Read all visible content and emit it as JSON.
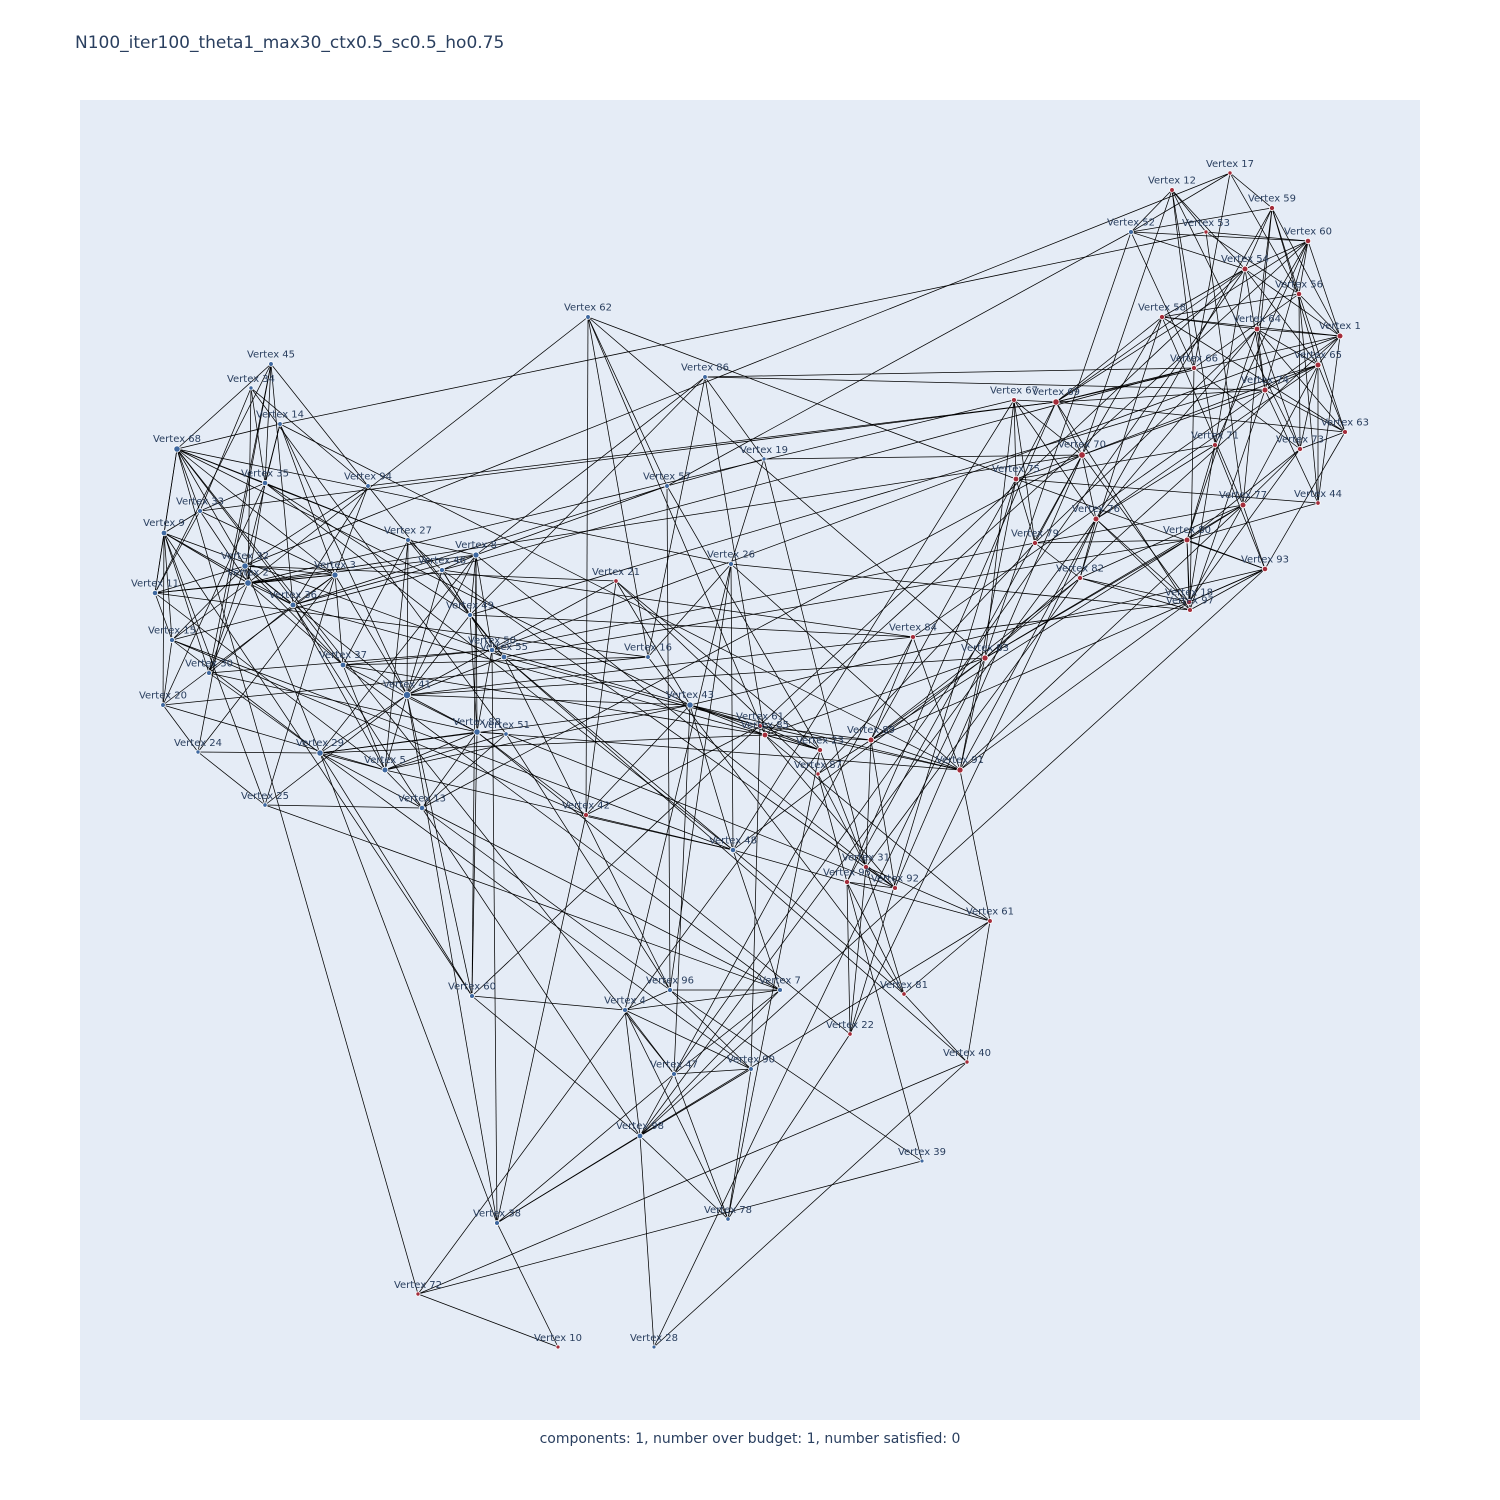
{
  "title": "N100_iter100_theta1_max30_ctx0.5_sc0.5_ho0.75",
  "caption": "components: 1, number over budget: 1, number satisfied: 0",
  "colors": {
    "background": "#e5ecf6",
    "edge": "#000000",
    "group_blue": "#3e68a0",
    "group_red": "#a32c3a"
  },
  "nodes": [
    {
      "label": "Vertex 17",
      "group": "red"
    },
    {
      "label": "Vertex 12",
      "group": "red"
    },
    {
      "label": "Vertex 59",
      "group": "red"
    },
    {
      "label": "Vertex 60",
      "group": "red"
    },
    {
      "label": "Vertex 1",
      "group": "red"
    },
    {
      "label": "Vertex 63",
      "group": "red"
    },
    {
      "label": "Vertex 44",
      "group": "red"
    },
    {
      "label": "Vertex 93",
      "group": "red"
    },
    {
      "label": "Vertex 18",
      "group": "red"
    },
    {
      "label": "Vertex 61",
      "group": "red"
    },
    {
      "label": "Vertex 81",
      "group": "red"
    },
    {
      "label": "Vertex 22",
      "group": "red"
    },
    {
      "label": "Vertex 40",
      "group": "red"
    },
    {
      "label": "Vertex 39",
      "group": "blue"
    },
    {
      "label": "Vertex 78",
      "group": "blue"
    },
    {
      "label": "Vertex 28",
      "group": "blue"
    },
    {
      "label": "Vertex 10",
      "group": "red"
    },
    {
      "label": "Vertex 72",
      "group": "red"
    },
    {
      "label": "Vertex 38",
      "group": "blue"
    },
    {
      "label": "Vertex 98",
      "group": "blue"
    },
    {
      "label": "Vertex 47",
      "group": "blue"
    },
    {
      "label": "Vertex 90",
      "group": "blue"
    },
    {
      "label": "Vertex 60",
      "group": "blue"
    },
    {
      "label": "Vertex 45",
      "group": "blue"
    },
    {
      "label": "Vertex 14",
      "group": "blue"
    },
    {
      "label": "Vertex 68",
      "group": "blue"
    },
    {
      "label": "Vertex 94",
      "group": "blue"
    },
    {
      "label": "Vertex 27",
      "group": "blue"
    },
    {
      "label": "Vertex 8",
      "group": "blue"
    },
    {
      "label": "Vertex 62",
      "group": "blue"
    },
    {
      "label": "Vertex 86",
      "group": "blue"
    },
    {
      "label": "Vertex 19",
      "group": "blue"
    },
    {
      "label": "Vertex 57",
      "group": "blue"
    },
    {
      "label": "Vertex 21",
      "group": "red"
    },
    {
      "label": "Vertex 26",
      "group": "blue"
    },
    {
      "label": "Vertex 61",
      "group": "red"
    },
    {
      "label": "Vertex 31",
      "group": "red"
    },
    {
      "label": "Vertex 16",
      "group": "blue"
    },
    {
      "label": "Vertex 43",
      "group": "blue"
    },
    {
      "label": "Vertex 88",
      "group": "blue"
    },
    {
      "label": "Vertex 55",
      "group": "blue"
    },
    {
      "label": "Vertex 48",
      "group": "blue"
    },
    {
      "label": "Vertex 42",
      "group": "red"
    },
    {
      "label": "Vertex 13",
      "group": "blue"
    },
    {
      "label": "Vertex 23",
      "group": "red"
    },
    {
      "label": "Vertex 4",
      "group": "blue"
    },
    {
      "label": "Vertex 96",
      "group": "blue"
    },
    {
      "label": "Vertex 7",
      "group": "blue"
    },
    {
      "label": "Vertex 5",
      "group": "blue"
    },
    {
      "label": "Vertex 3",
      "group": "blue"
    },
    {
      "label": "Vertex 2",
      "group": "blue"
    },
    {
      "label": "Vertex 9",
      "group": "blue"
    },
    {
      "label": "Vertex 11",
      "group": "blue"
    },
    {
      "label": "Vertex 15",
      "group": "blue"
    },
    {
      "label": "Vertex 20",
      "group": "blue"
    },
    {
      "label": "Vertex 24",
      "group": "blue"
    },
    {
      "label": "Vertex 25",
      "group": "blue"
    },
    {
      "label": "Vertex 29",
      "group": "blue"
    },
    {
      "label": "Vertex 30",
      "group": "blue"
    },
    {
      "label": "Vertex 32",
      "group": "blue"
    },
    {
      "label": "Vertex 33",
      "group": "blue"
    },
    {
      "label": "Vertex 34",
      "group": "blue"
    },
    {
      "label": "Vertex 35",
      "group": "blue"
    },
    {
      "label": "Vertex 36",
      "group": "blue"
    },
    {
      "label": "Vertex 37",
      "group": "blue"
    },
    {
      "label": "Vertex 41",
      "group": "blue"
    },
    {
      "label": "Vertex 46",
      "group": "blue"
    },
    {
      "label": "Vertex 49",
      "group": "blue"
    },
    {
      "label": "Vertex 50",
      "group": "blue"
    },
    {
      "label": "Vertex 51",
      "group": "blue"
    },
    {
      "label": "Vertex 52",
      "group": "blue"
    },
    {
      "label": "Vertex 53",
      "group": "red"
    },
    {
      "label": "Vertex 54",
      "group": "red"
    },
    {
      "label": "Vertex 56",
      "group": "red"
    },
    {
      "label": "Vertex 58",
      "group": "red"
    },
    {
      "label": "Vertex 64",
      "group": "red"
    },
    {
      "label": "Vertex 65",
      "group": "red"
    },
    {
      "label": "Vertex 66",
      "group": "red"
    },
    {
      "label": "Vertex 67",
      "group": "red"
    },
    {
      "label": "Vertex 69",
      "group": "red"
    },
    {
      "label": "Vertex 70",
      "group": "red"
    },
    {
      "label": "Vertex 71",
      "group": "red"
    },
    {
      "label": "Vertex 73",
      "group": "red"
    },
    {
      "label": "Vertex 74",
      "group": "red"
    },
    {
      "label": "Vertex 75",
      "group": "red"
    },
    {
      "label": "Vertex 76",
      "group": "red"
    },
    {
      "label": "Vertex 77",
      "group": "red"
    },
    {
      "label": "Vertex 79",
      "group": "red"
    },
    {
      "label": "Vertex 80",
      "group": "red"
    },
    {
      "label": "Vertex 82",
      "group": "red"
    },
    {
      "label": "Vertex 83",
      "group": "red"
    },
    {
      "label": "Vertex 84",
      "group": "red"
    },
    {
      "label": "Vertex 85",
      "group": "red"
    },
    {
      "label": "Vertex 87",
      "group": "red"
    },
    {
      "label": "Vertex 89",
      "group": "red"
    },
    {
      "label": "Vertex 91",
      "group": "red"
    },
    {
      "label": "Vertex 92",
      "group": "red"
    },
    {
      "label": "Vertex 95",
      "group": "red"
    },
    {
      "label": "Vertex 97",
      "group": "red"
    },
    {
      "label": "Vertex 99",
      "group": "red"
    }
  ]
}
